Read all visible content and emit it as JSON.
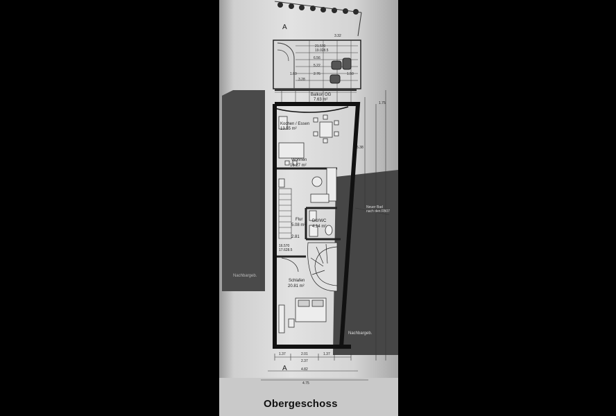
{
  "drawing": {
    "title": "Obergeschoss",
    "section_marker": "A",
    "rooms": {
      "balkon": {
        "name": "Balkon OG",
        "area": "7.63 m²"
      },
      "kochen": {
        "name": "Kochen / Essen",
        "area": "13.55 m²"
      },
      "wohnen": {
        "name": "Wohnen",
        "area": "16.27 m²"
      },
      "flur": {
        "name": "Flur",
        "area": "5.08 m²"
      },
      "duwc": {
        "name": "DU/WC",
        "area": "4.14 m²"
      },
      "schlafen": {
        "name": "Schlafen",
        "area": "20.81 m²"
      }
    },
    "neighbors": {
      "left": "Nachbargeb.",
      "right": "Nachbargeb."
    },
    "note": "Neuer Bad\nnach den FB07",
    "level_top": "2.81",
    "stair_level": "16.570\n17.628.5",
    "dimensions": {
      "top_width": "3.32",
      "top_level": "21.570\n19.028.5",
      "d1": "6.56",
      "d2": "5.22",
      "d3": "1.60",
      "d4": "2.76",
      "d5": "1.50",
      "d6": "3.28",
      "bottom_a": "1.37",
      "bottom_b": "2.01",
      "bottom_c": "1.37",
      "bottom_d": "2.37",
      "bottom_total": "4.82",
      "overall": "4.75",
      "side_a": "1.75",
      "side_b": "5.38"
    }
  }
}
